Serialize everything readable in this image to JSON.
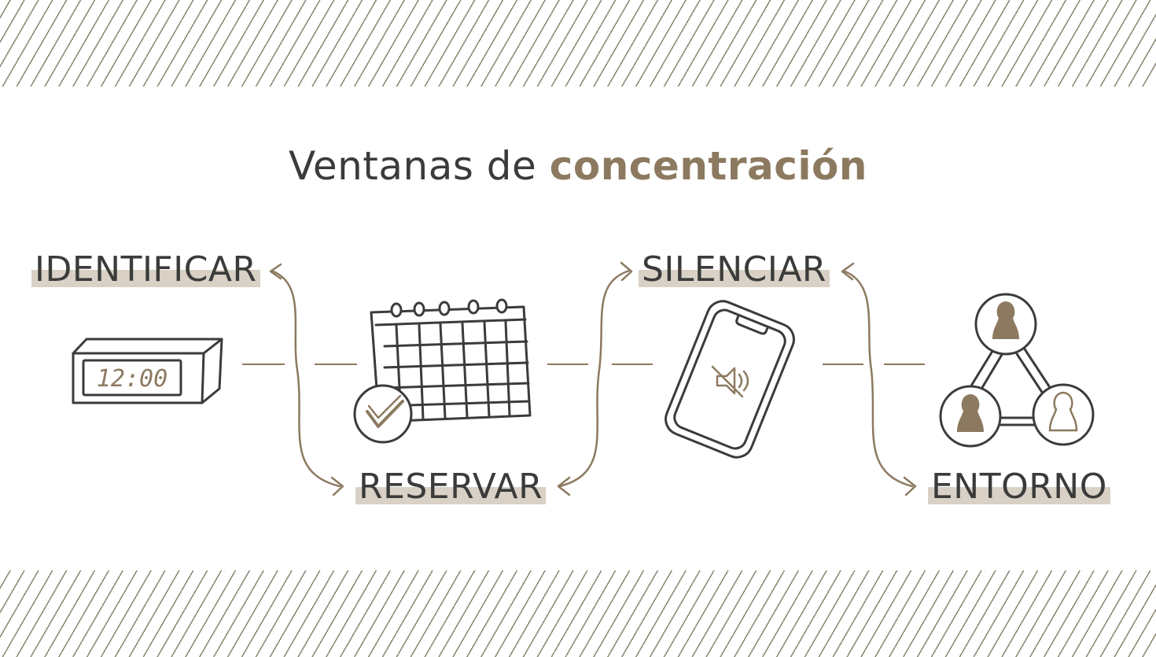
{
  "title": {
    "prefix": "Ventanas de ",
    "accent": "concentración"
  },
  "steps": [
    {
      "label": "IDENTIFICAR",
      "icon": "alarm-clock-icon"
    },
    {
      "label": "RESERVAR",
      "icon": "calendar-check-icon"
    },
    {
      "label": "SILENCIAR",
      "icon": "muted-phone-icon"
    },
    {
      "label": "ENTORNO",
      "icon": "people-network-icon"
    }
  ],
  "clock_display": "12:00",
  "colors": {
    "accent": "#8c7a60",
    "ink": "#3b3b3b",
    "highlight": "#d9d1c6",
    "stripes": "#8b8670"
  }
}
